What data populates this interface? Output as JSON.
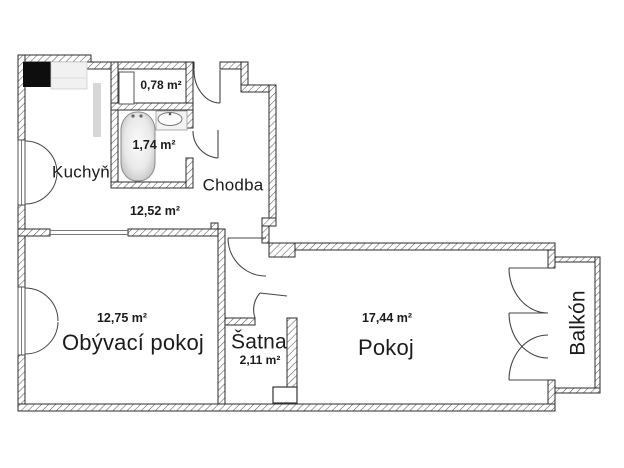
{
  "plan": {
    "title": "apartment floor plan",
    "rooms": {
      "kuchyn": {
        "name": "Kuchyň"
      },
      "wc": {
        "area": "0,78 m²"
      },
      "koupelna": {
        "area": "1,74 m²"
      },
      "chodba": {
        "name": "Chodba",
        "area": "12,52 m²"
      },
      "obyvaci_pokoj": {
        "name": "Obývací pokoj",
        "area": "12,75 m²"
      },
      "satna": {
        "name": "Šatna",
        "area": "2,11 m²"
      },
      "pokoj": {
        "name": "Pokoj",
        "area": "17,44 m²"
      },
      "balkon": {
        "name": "Balkón"
      }
    },
    "colors": {
      "background": "#ffffff",
      "wall_edge": "#2b2b2b",
      "wall_hatch_line": "#5a5a5a",
      "door_arc": "#444444",
      "stove": "#0e0e0e",
      "counter": "#f1f1f1",
      "cabinet_strip": "#d7d7d7",
      "tub_rim": "#8a8a8a"
    },
    "fixtures": [
      "stove",
      "kitchen-counter",
      "tall-cabinet",
      "wc-cabinet",
      "bathtub",
      "sink",
      "shaft"
    ]
  }
}
